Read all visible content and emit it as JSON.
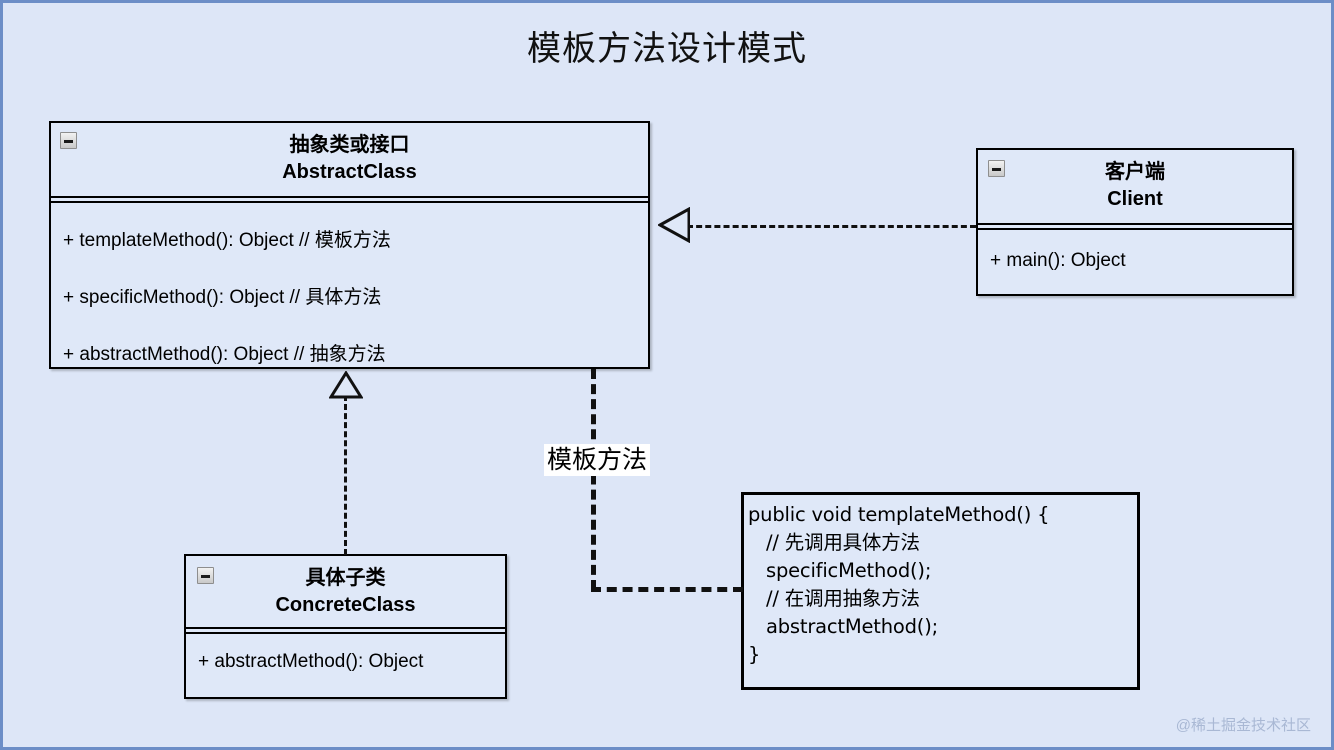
{
  "title": "模板方法设计模式",
  "theme": {
    "canvas_bg": "#dde6f7",
    "canvas_border": "#6c8ec7",
    "box_fill": "#dfe8f8",
    "box_stroke": "#000000",
    "note_label_bg": "#ffffff",
    "watermark_color": "#a9b8d4"
  },
  "classes": {
    "abstract": {
      "icon": "collapse-minus-icon",
      "name_cn": "抽象类或接口",
      "name_en": "AbstractClass",
      "members": [
        "+ templateMethod(): Object   // 模板方法",
        "+ specificMethod(): Object    // 具体方法",
        "+ abstractMethod(): Object   // 抽象方法"
      ]
    },
    "client": {
      "icon": "collapse-minus-icon",
      "name_cn": "客户端",
      "name_en": "Client",
      "members": [
        "+ main(): Object"
      ]
    },
    "concrete": {
      "icon": "collapse-minus-icon",
      "name_cn": "具体子类",
      "name_en": "ConcreteClass",
      "members": [
        "+ abstractMethod(): Object"
      ]
    }
  },
  "note": {
    "label": "模板方法",
    "code": "public void templateMethod() {\n   // 先调用具体方法\n   specificMethod();\n   // 在调用抽象方法\n   abstractMethod();\n}"
  },
  "connectors": {
    "dependency": "dashed-arrow-open-triangle",
    "realization": "dashed-arrow-hollow-triangle",
    "note_anchor": "thick-dashed-elbow"
  },
  "watermark": "@稀土掘金技术社区"
}
